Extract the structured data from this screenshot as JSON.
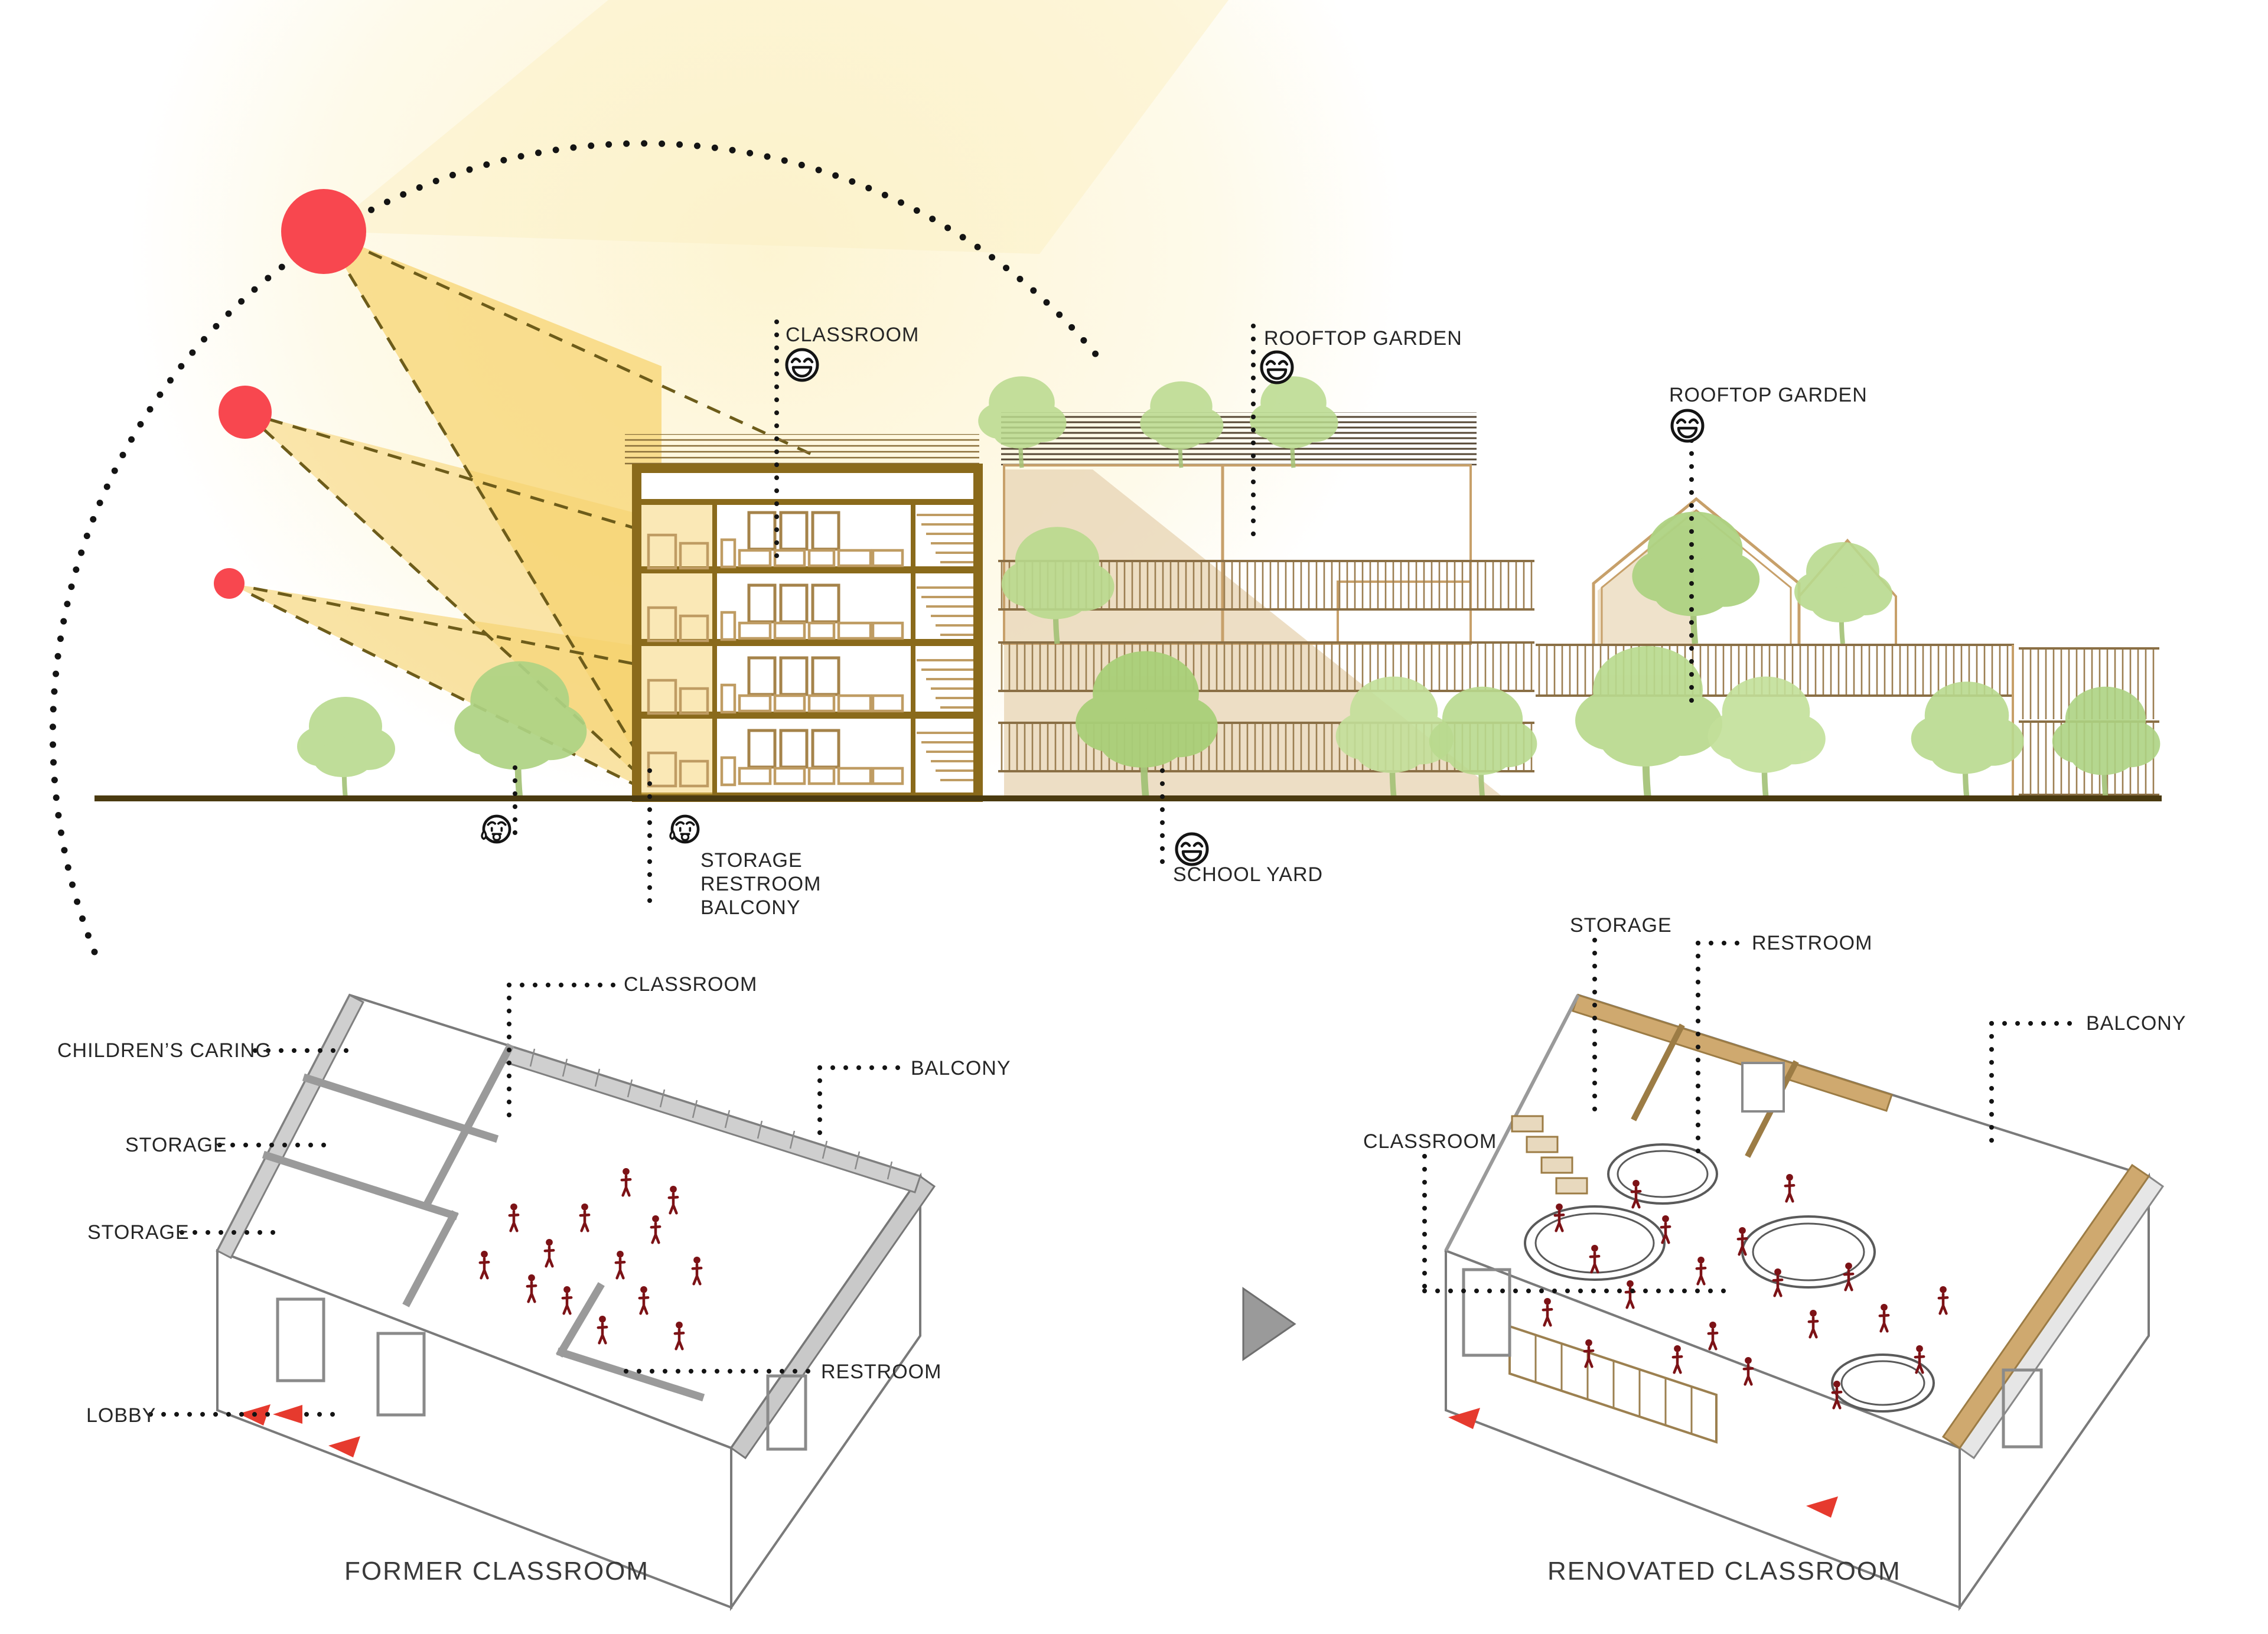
{
  "section": {
    "labels": {
      "classroom": "CLASSROOM",
      "rooftop_garden_1": "ROOFTOP GARDEN",
      "rooftop_garden_2": "ROOFTOP GARDEN",
      "storage": "STORAGE",
      "restroom": "RESTROOM",
      "balcony": "BALCONY",
      "school_yard": "SCHOOL YARD"
    },
    "emojis": {
      "classroom": "grinning-smiley",
      "rooftop_garden_1": "grinning-smiley",
      "rooftop_garden_2": "grinning-smiley",
      "school_yard": "grinning-smiley",
      "street_tree": "downcast-sweat-smiley",
      "storage_stack": "downcast-sweat-smiley"
    }
  },
  "former": {
    "title": "FORMER CLASSROOM",
    "labels": {
      "classroom": "CLASSROOM",
      "childrens_caring": "CHILDREN’S CARING",
      "storage_1": "STORAGE",
      "storage_2": "STORAGE",
      "lobby": "LOBBY",
      "balcony": "BALCONY",
      "restroom": "RESTROOM"
    }
  },
  "renovated": {
    "title": "RENOVATED CLASSROOM",
    "labels": {
      "storage": "STORAGE",
      "restroom": "RESTROOM",
      "balcony": "BALCONY",
      "classroom": "CLASSROOM"
    }
  },
  "colors": {
    "sun_red": "#f8474f",
    "beam_yellow": "#f6d26e",
    "beam_pale": "#fbf0c4",
    "frame_brown": "#8a6a1b",
    "furniture_tan": "#bf9c63",
    "slat_tan": "#9c7f52",
    "tree_green": "#b9da8e",
    "shadow_beige": "#e8d6b6",
    "figure_red": "#7c1216",
    "arrow_red": "#e63a2e",
    "wall_gray": "#cfcfcf",
    "reno_wall_tan": "#cfa96f",
    "leader_black": "#141414"
  }
}
